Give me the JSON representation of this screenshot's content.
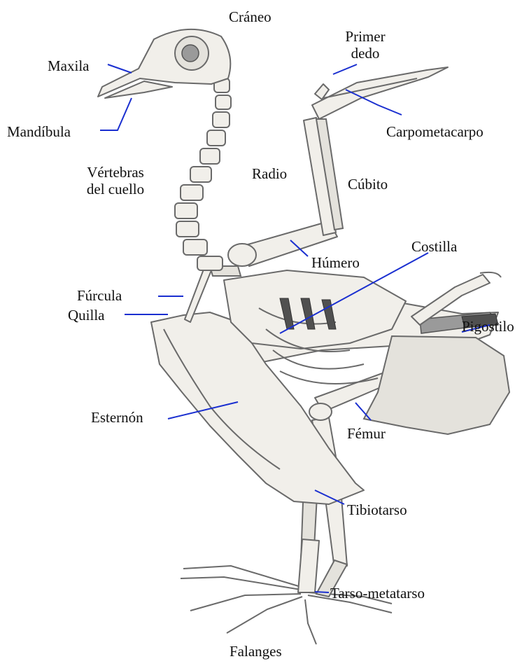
{
  "labels": {
    "craneo": "Cráneo",
    "primer_dedo": "Primer\ndedo",
    "maxila": "Maxila",
    "mandibula": "Mandíbula",
    "carpometacarpo": "Carpometacarpo",
    "vertebras": "Vértebras\ndel cuello",
    "radio": "Radio",
    "cubito": "Cúbito",
    "costilla": "Costilla",
    "humero": "Húmero",
    "furcula": "Fúrcula",
    "pigostilo": "Pigostilo",
    "quilla": "Quilla",
    "esternon": "Esternón",
    "femur": "Fémur",
    "tibiotarso": "Tibiotarso",
    "tarso_metatarso": "Tarso-metatarso",
    "falanges": "Falanges"
  },
  "colors": {
    "leader_line": "#1a2fd0",
    "bone_fill": "#f1efea",
    "bone_outline": "#6a6a6a",
    "text": "#111111"
  }
}
